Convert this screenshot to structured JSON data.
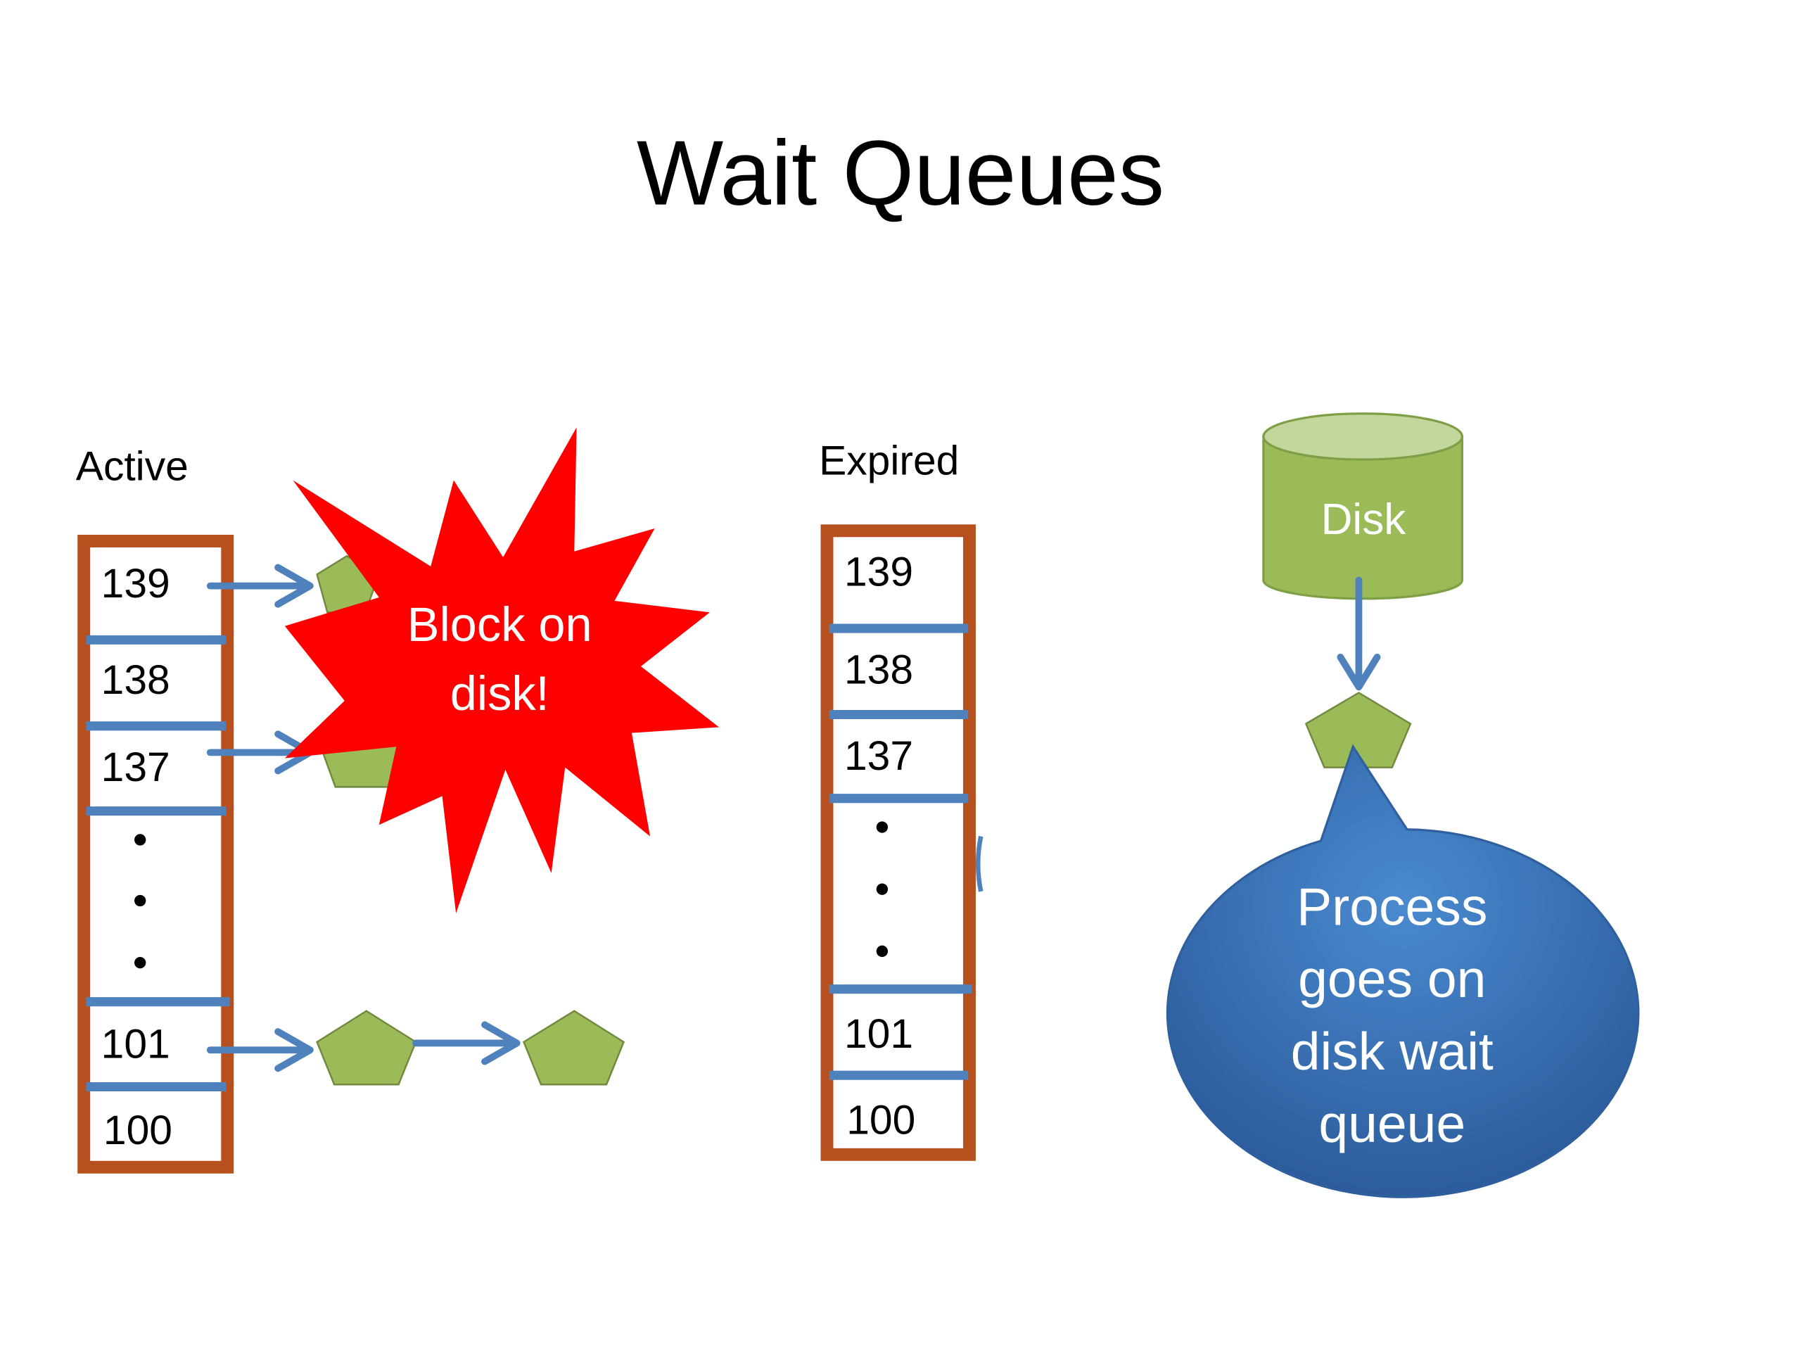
{
  "title": "Wait Queues",
  "active": {
    "label": "Active",
    "rows": [
      "139",
      "138",
      "137",
      "101",
      "100"
    ]
  },
  "expired": {
    "label": "Expired",
    "rows": [
      "139",
      "138",
      "137",
      "101",
      "100"
    ]
  },
  "burst": {
    "line1": "Block on",
    "line2": "disk!"
  },
  "disk": {
    "label": "Disk"
  },
  "callout": {
    "lines": [
      "Process",
      "goes on",
      "disk wait",
      "queue"
    ]
  },
  "colors": {
    "queue_border": "#b7501f",
    "separator": "#4f81bd",
    "process": "#9bbb59",
    "burst": "#ff0000",
    "callout": "#3f7cc4"
  }
}
